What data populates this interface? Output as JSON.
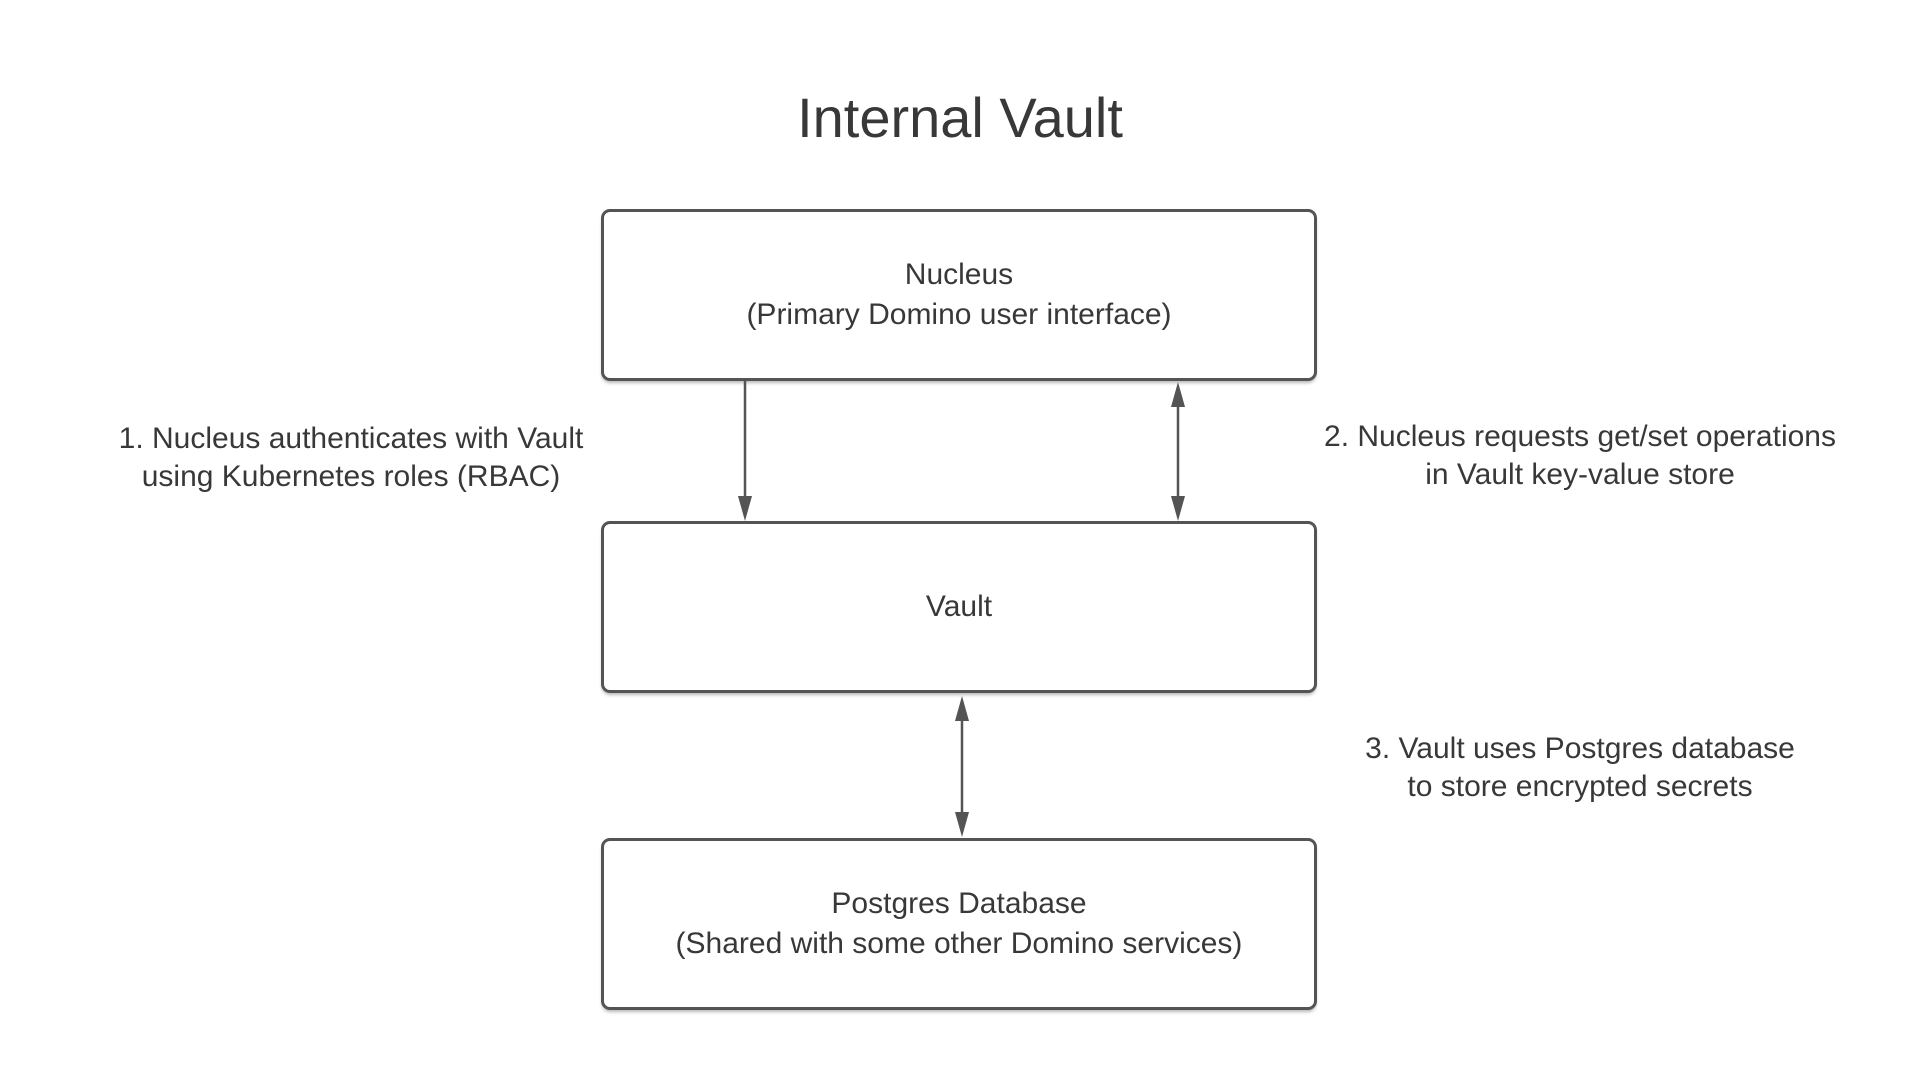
{
  "title": "Internal Vault",
  "colors": {
    "background": "#ffffff",
    "stroke": "#545454",
    "text": "#383838"
  },
  "nodes": {
    "nucleus": {
      "line1": "Nucleus",
      "line2": "(Primary Domino user interface)"
    },
    "vault": {
      "line1": "Vault"
    },
    "postgres": {
      "line1": "Postgres Database",
      "line2": "(Shared with some other Domino services)"
    }
  },
  "annotations": {
    "step1": {
      "line1": "1. Nucleus authenticates with Vault",
      "line2": "using Kubernetes roles (RBAC)"
    },
    "step2": {
      "line1": "2. Nucleus requests get/set operations",
      "line2": "in Vault key-value store"
    },
    "step3": {
      "line1": "3. Vault uses Postgres database",
      "line2": "to store encrypted secrets"
    }
  },
  "edges": [
    {
      "from": "Nucleus",
      "to": "Vault",
      "direction": "one-way-down",
      "related_annotation": "1"
    },
    {
      "from": "Nucleus",
      "to": "Vault",
      "direction": "two-way",
      "related_annotation": "2"
    },
    {
      "from": "Vault",
      "to": "Postgres Database",
      "direction": "two-way",
      "related_annotation": "3"
    }
  ]
}
